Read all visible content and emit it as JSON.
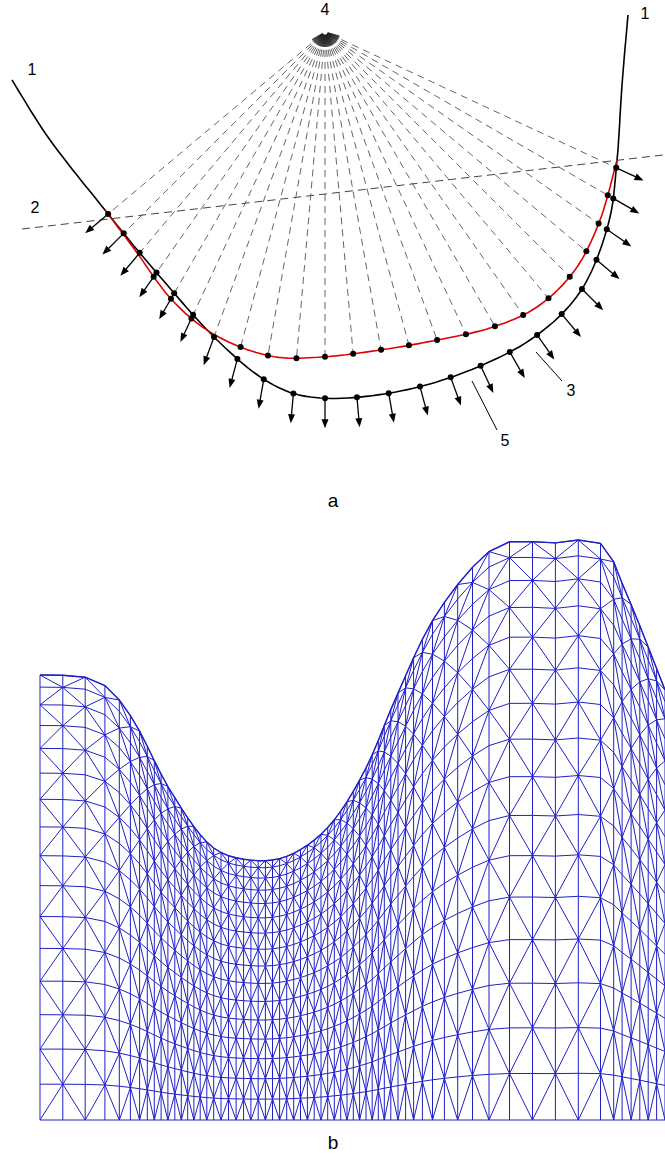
{
  "diagram": {
    "labels": [
      "1",
      "4",
      "1",
      "2",
      "3",
      "5",
      "a",
      "b"
    ]
  }
}
